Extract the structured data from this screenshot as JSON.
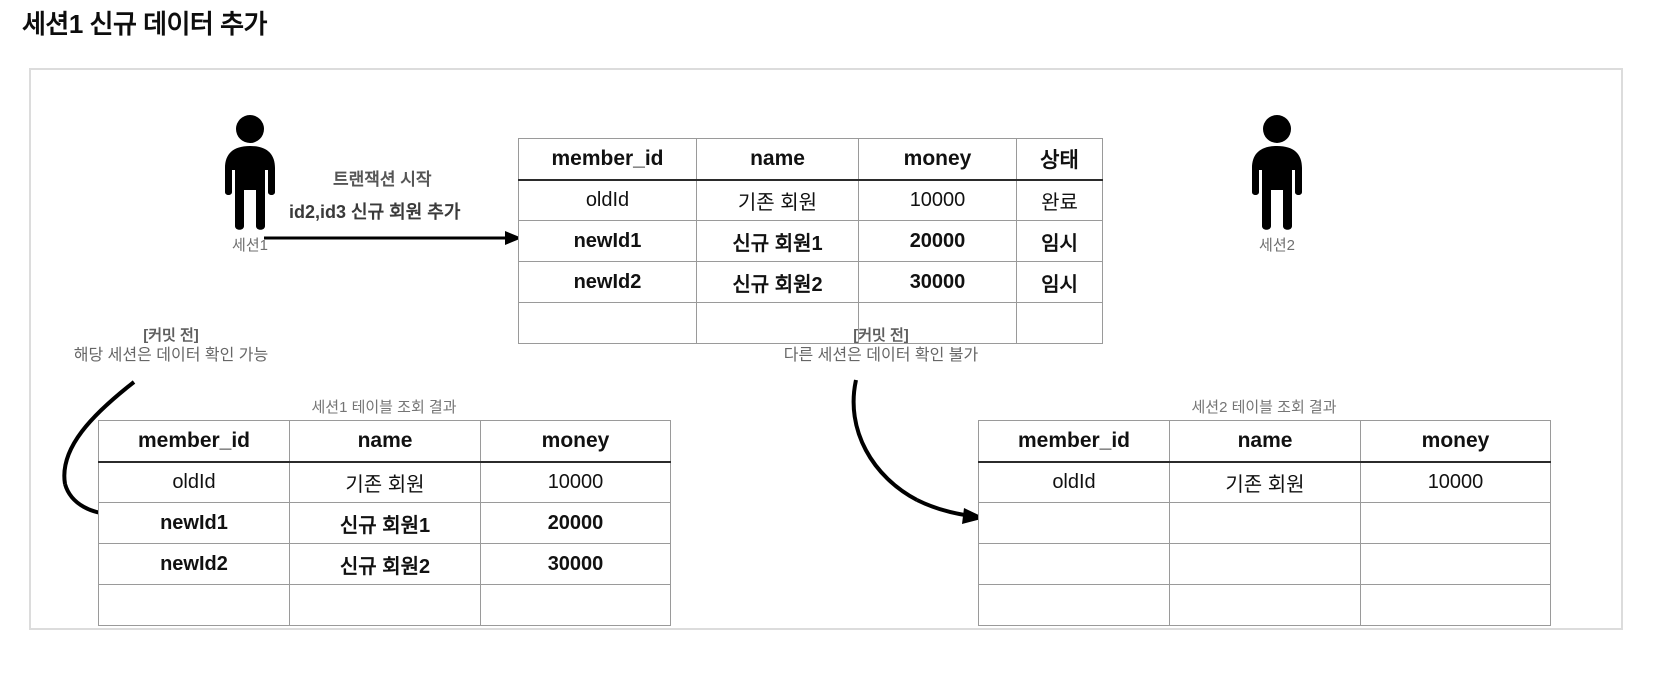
{
  "page": {
    "title": "세션1 신규 데이터 추가"
  },
  "actors": {
    "session1": {
      "label": "세션1",
      "icon": "person-icon"
    },
    "session2": {
      "label": "세션2",
      "icon": "person-icon"
    }
  },
  "flow": {
    "line1": "트랜잭션 시작",
    "line2": "id2,id3 신규 회원 추가",
    "arrow_icon": "arrow-right-icon"
  },
  "top_table": {
    "columns": [
      "member_id",
      "name",
      "money",
      "상태"
    ],
    "rows": [
      {
        "bold": false,
        "cells": [
          "oldId",
          "기존 회원",
          "10000",
          "완료"
        ]
      },
      {
        "bold": true,
        "cells": [
          "newId1",
          "신규 회원1",
          "20000",
          "임시"
        ]
      },
      {
        "bold": true,
        "cells": [
          "newId2",
          "신규 회원2",
          "30000",
          "임시"
        ]
      },
      {
        "bold": false,
        "cells": [
          "",
          "",
          "",
          ""
        ]
      }
    ]
  },
  "note_left": {
    "head": "[커밋 전]",
    "body": "해당 세션은 데이터 확인 가능",
    "arrow_icon": "curved-arrow-down-icon"
  },
  "note_right": {
    "head": "[커밋 전]",
    "body": "다른 세션은 데이터 확인 불가",
    "arrow_icon": "curved-arrow-down-icon"
  },
  "result_left": {
    "caption": "세션1 테이블 조회 결과",
    "columns": [
      "member_id",
      "name",
      "money"
    ],
    "rows": [
      {
        "bold": false,
        "cells": [
          "oldId",
          "기존 회원",
          "10000"
        ]
      },
      {
        "bold": true,
        "cells": [
          "newId1",
          "신규 회원1",
          "20000"
        ]
      },
      {
        "bold": true,
        "cells": [
          "newId2",
          "신규 회원2",
          "30000"
        ]
      },
      {
        "bold": false,
        "cells": [
          "",
          "",
          ""
        ]
      }
    ]
  },
  "result_right": {
    "caption": "세션2 테이블 조회 결과",
    "columns": [
      "member_id",
      "name",
      "money"
    ],
    "rows": [
      {
        "bold": false,
        "cells": [
          "oldId",
          "기존 회원",
          "10000"
        ]
      },
      {
        "bold": false,
        "cells": [
          "",
          "",
          ""
        ]
      },
      {
        "bold": false,
        "cells": [
          "",
          "",
          ""
        ]
      },
      {
        "bold": false,
        "cells": [
          "",
          "",
          ""
        ]
      }
    ]
  },
  "colors": {
    "frame_border": "#dcdcdc",
    "table_border": "#9a9a9a",
    "header_rule": "#2b2b2b",
    "text": "#111111",
    "muted_text": "#6f6f6f"
  }
}
